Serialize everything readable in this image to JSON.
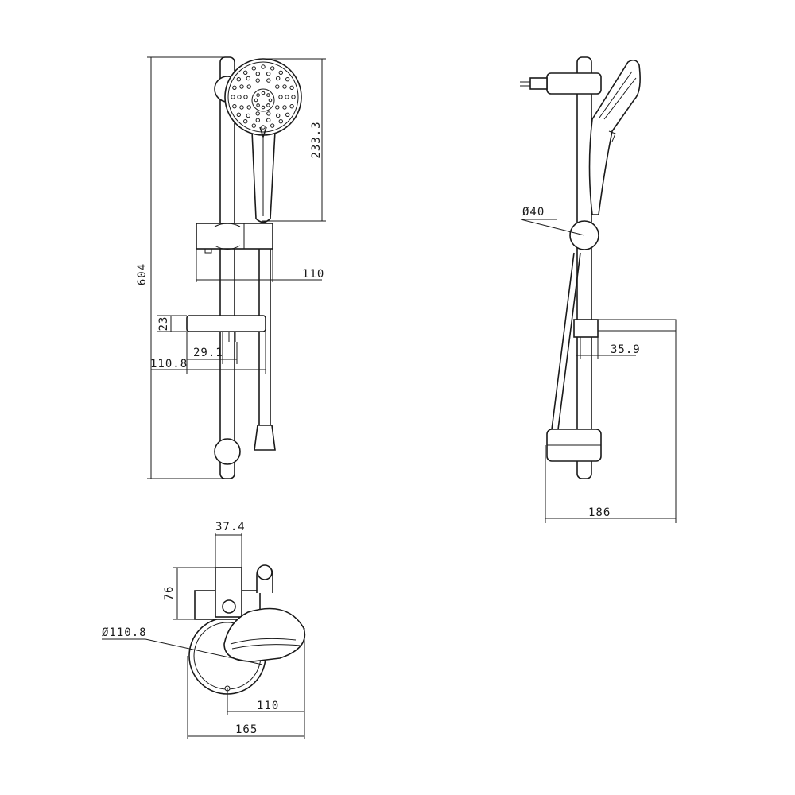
{
  "dimensions": {
    "front": {
      "overall_height": "604",
      "handset_height": "233.3",
      "slider_width": "110",
      "dish_height": "23",
      "dish_inner": "29.1",
      "dish_width": "110.8"
    },
    "side": {
      "diameter": "Ø40",
      "dish_offset": "35.9",
      "depth": "186"
    },
    "top": {
      "bracket_width": "37.4",
      "bracket_depth": "76",
      "dish_diameter": "Ø110.8",
      "offset": "110",
      "overall_width": "165"
    }
  }
}
